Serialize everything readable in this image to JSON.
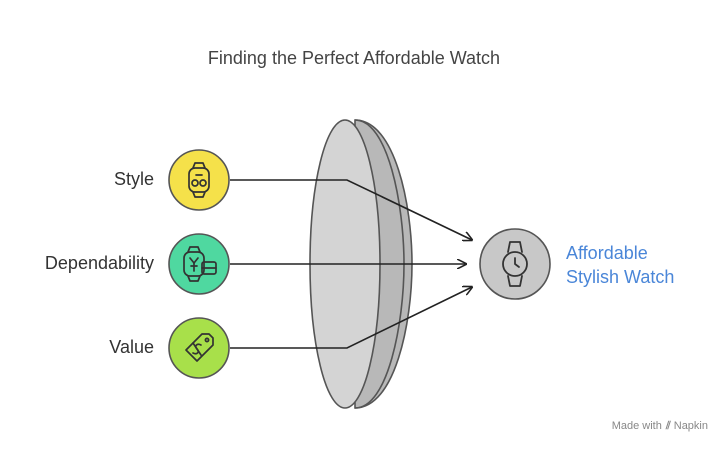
{
  "title": "Finding the Perfect Affordable Watch",
  "inputs": [
    {
      "label": "Style",
      "icon": "smartwatch-icon",
      "color": "#f5e14a"
    },
    {
      "label": "Dependability",
      "icon": "watch-price-icon",
      "color": "#4fd8a0"
    },
    {
      "label": "Value",
      "icon": "price-tag-icon",
      "color": "#a8e04a"
    }
  ],
  "output": {
    "line1": "Affordable",
    "line2": "Stylish Watch",
    "icon": "wristwatch-icon",
    "color": "#4a86d8"
  },
  "lens": {
    "icon": "lens-shape"
  },
  "credit": {
    "prefix": "Made with",
    "brand": "Napkin"
  }
}
